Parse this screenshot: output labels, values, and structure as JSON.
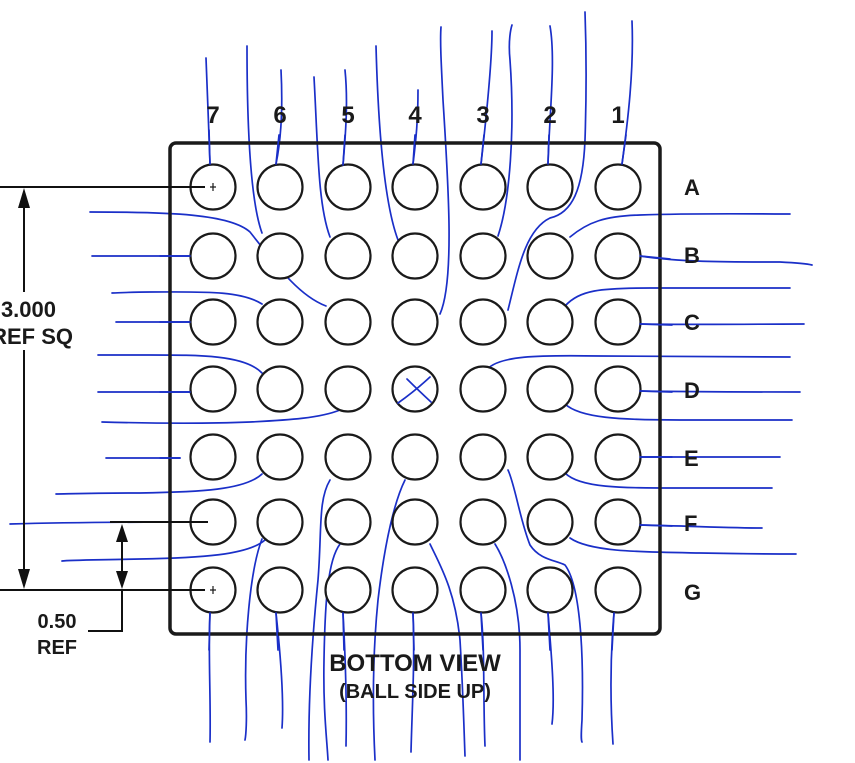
{
  "view": {
    "title": "BOTTOM VIEW",
    "subtitle": "(BALL SIDE UP)"
  },
  "grid": {
    "columns": [
      "7",
      "6",
      "5",
      "4",
      "3",
      "2",
      "1"
    ],
    "rows": [
      "A",
      "B",
      "C",
      "D",
      "E",
      "F",
      "G"
    ],
    "unpopulated_ball": "D4"
  },
  "dimensions": {
    "body_size_value": "3.000",
    "body_size_note": "REF SQ",
    "edge_offset_value": "0.50",
    "edge_offset_note": "REF"
  },
  "colors": {
    "outline": "#1a1a1a",
    "trace": "#1a2fc8"
  }
}
